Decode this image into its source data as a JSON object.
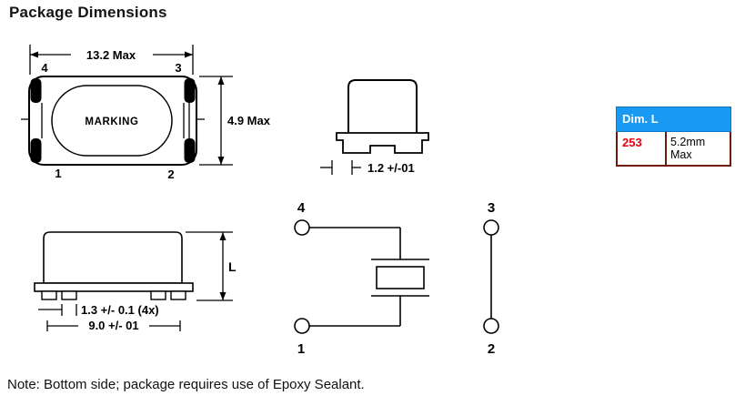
{
  "page": {
    "title": "Package Dimensions",
    "note": "Note: Bottom side; package requires use of Epoxy Sealant."
  },
  "top_view": {
    "width_dim": "13.2 Max",
    "height_dim": "4.9 Max",
    "marking": "MARKING",
    "pins": {
      "p4": "4",
      "p3": "3",
      "p1": "1",
      "p2": "2"
    }
  },
  "end_view": {
    "base_dim": "1.2 +/-01"
  },
  "side_view": {
    "height_label": "L",
    "pad_dim": "1.3 +/- 0.1 (4x)",
    "body_dim": "9.0 +/- 01"
  },
  "schematic": {
    "p4": "4",
    "p3": "3",
    "p1": "1",
    "p2": "2"
  },
  "dim_table": {
    "header": "Dim. L",
    "code": "253",
    "value": "5.2mm Max",
    "header_bg": "#1899f2",
    "code_color": "#e8000d"
  }
}
